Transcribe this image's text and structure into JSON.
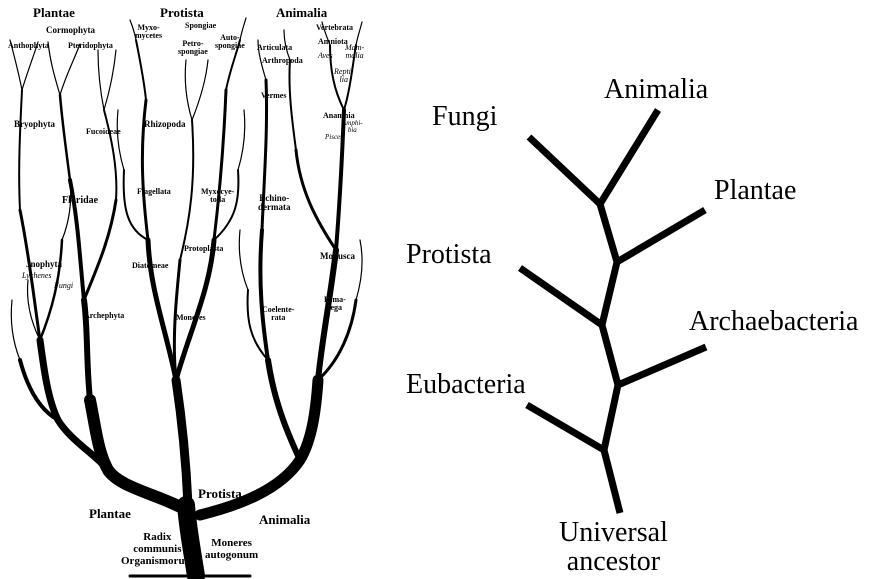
{
  "haeckel_tree": {
    "kingdoms": {
      "plantae_top": "Plantae",
      "protista_top": "Protista",
      "animalia_top": "Animalia",
      "plantae_trunk": "Plantae",
      "protista_trunk": "Protista",
      "animalia_trunk": "Animalia"
    },
    "root_left": "Radix\ncommunis\nOrganismorum",
    "root_right": "Moneres\nautogonum",
    "plant_groups": {
      "cormophyta": "Cormophyta",
      "anthophyta": "Anthophyta",
      "pteridophyta": "Pteridophyta",
      "bryophyta": "Bryophyta",
      "fucoideae": "Fucoideae",
      "floridae": "Floridae",
      "jnophyta": "Jnophyta",
      "lychenes": "Lychenes",
      "fungi": "Fungi",
      "archephyta": "Archephyta"
    },
    "protist_groups": {
      "myxomycetes": "Myxo-\nmycetes",
      "spongiae": "Spongiae",
      "petrospongiae": "Petro-\nspongiae",
      "autospongiae": "Auto-\nspongiae",
      "rhizopoda": "Rhizopoda",
      "flagellata": "Flagellata",
      "myxocystoda": "Myxocye-\ntoda",
      "protoplasta": "Protoplasta",
      "diatomeae": "Diatomeae",
      "moneres": "Moneres"
    },
    "animal_groups": {
      "vertebrata": "Vertebrata",
      "amniota": "Amniota",
      "articulata": "Articulata",
      "arthropoda": "Arthropoda",
      "aves": "Aves",
      "mammalia": "Mam-\nmalia",
      "reptilia": "Repti-\nlia",
      "vermes": "Vermes",
      "anamnia": "Anamnia",
      "amphibia": "Amphi-\nbia",
      "pisces": "Pisces",
      "echinodermata": "Echino-\ndermata",
      "mollusca": "Mollusca",
      "himatega": "Hima-\ntega",
      "coelenterata": "Coelente-\nrata"
    }
  },
  "modern_tree": {
    "animalia": "Animalia",
    "fungi": "Fungi",
    "plantae": "Plantae",
    "protista": "Protista",
    "archaebacteria": "Archaebacteria",
    "eubacteria": "Eubacteria",
    "root": "Universal\nancestor"
  }
}
